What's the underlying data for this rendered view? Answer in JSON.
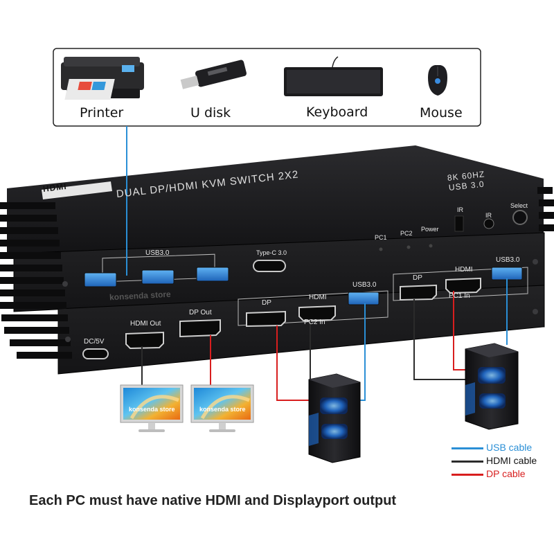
{
  "peripherals": {
    "printer_label": "Printer",
    "udisk_label": "U disk",
    "keyboard_label": "Keyboard",
    "mouse_label": "Mouse"
  },
  "device": {
    "logo": "HDMI",
    "title": "DUAL DP/HDMI KVM SWITCH 2X2",
    "spec_line1": "8K 60HZ",
    "spec_line2": "USB 3.0",
    "top_panel": {
      "usb_group_label": "USB3.0",
      "typec_label": "Type-C 3.0",
      "pc1_label": "PC1",
      "pc2_label": "PC2",
      "power_label": "Power",
      "ir_label_1": "IR",
      "ir_label_2": "IR",
      "select_label": "Select"
    },
    "bottom_panel": {
      "dc_label": "DC/5V",
      "hdmi_out_label": "HDMI Out",
      "dp_out_label": "DP Out",
      "pc2_dp_label": "DP",
      "pc2_hdmi_label": "HDMI",
      "pc2_usb_label": "USB3.0",
      "pc2_in_label": "PC2 In",
      "pc1_dp_label": "DP",
      "pc1_hdmi_label": "HDMI",
      "pc1_usb_label": "USB3.0",
      "pc1_in_label": "PC1 In"
    },
    "watermark": "konsenda store"
  },
  "monitors": {
    "watermark_1": "konsenda store",
    "watermark_2": "konsenda store"
  },
  "legend": {
    "items": [
      {
        "label": "USB cable",
        "color": "#2a8fd6"
      },
      {
        "label": "HDMI cable",
        "color": "#2b2b2b"
      },
      {
        "label": "DP cable",
        "color": "#d81e1e"
      }
    ]
  },
  "colors": {
    "usb_cable": "#2a8fd6",
    "hdmi_cable": "#2b2b2b",
    "dp_cable": "#d81e1e",
    "device_body": "#1c1c1e",
    "usb_port_blue": "#2f7fd0"
  },
  "footer": {
    "note": "Each PC must have native HDMI and Displayport output"
  }
}
